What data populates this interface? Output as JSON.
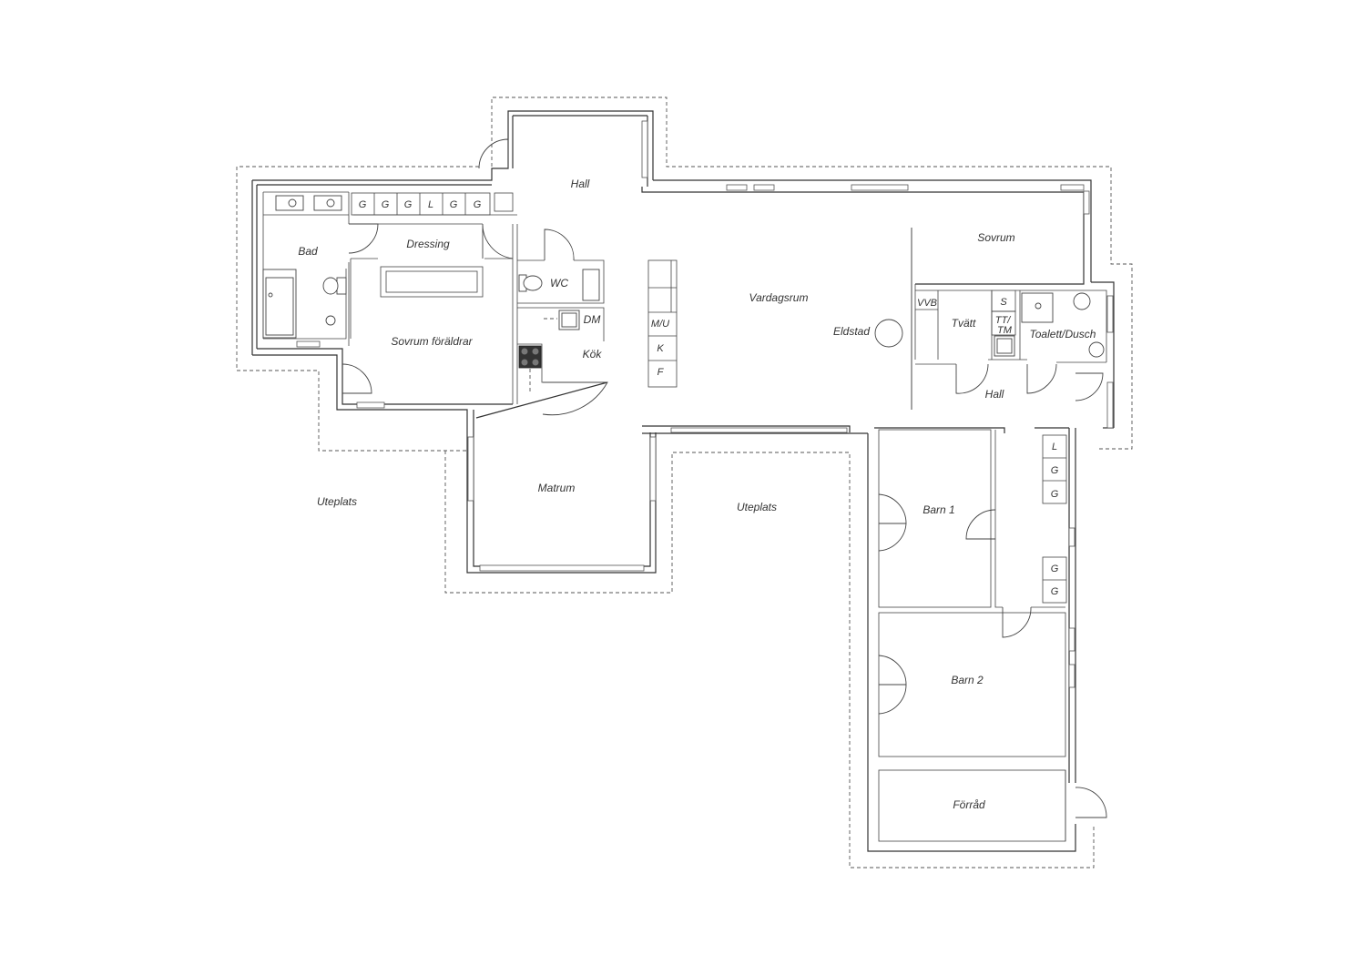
{
  "rooms": {
    "hall_top": "Hall",
    "bad": "Bad",
    "dressing": "Dressing",
    "wc": "WC",
    "vardagsrum": "Vardagsrum",
    "sovrum": "Sovrum",
    "sovrum_foraldrar": "Sovrum föräldrar",
    "kok": "Kök",
    "dm": "DM",
    "eldstad": "Eldstad",
    "tvatt": "Tvätt",
    "toalett_dusch": "Toalett/Dusch",
    "hall_mid": "Hall",
    "matrum": "Matrum",
    "uteplats_left": "Uteplats",
    "uteplats_mid": "Uteplats",
    "barn1": "Barn 1",
    "barn2": "Barn 2",
    "forrad": "Förråd"
  },
  "dressing_closets": [
    "G",
    "G",
    "G",
    "L",
    "G",
    "G"
  ],
  "kitchen_units": [
    "M/U",
    "K",
    "F"
  ],
  "laundry": {
    "vvb": "VVB",
    "s": "S",
    "tt_line1": "TT/",
    "tt_line2": "TM"
  },
  "hall_closets_upper": [
    "L",
    "G",
    "G"
  ],
  "hall_closets_lower": [
    "G",
    "G"
  ]
}
